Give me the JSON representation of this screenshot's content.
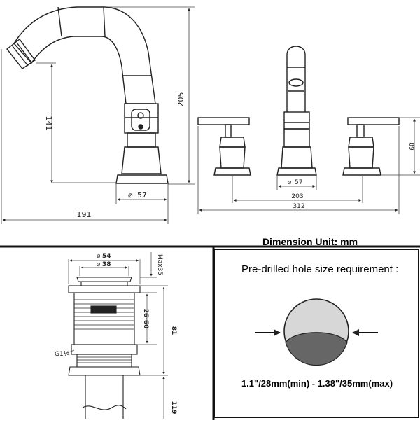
{
  "side_view": {
    "height_total": "205",
    "height_spout": "141",
    "base_diameter": "57",
    "reach": "191"
  },
  "front_view": {
    "valve_height": "89",
    "base_diameter": "57",
    "center_spacing": "203",
    "overall_width": "312"
  },
  "drain": {
    "top_diameter": "54",
    "inner_diameter": "38",
    "max_label": "Max35",
    "body_range": "26-60",
    "body_length": "81",
    "thread": "G1¼",
    "total_length": "119"
  },
  "units_label": "Dimension Unit: mm",
  "hole_panel": {
    "title": "Pre-drilled hole size requirement :",
    "size": "1.1\"/28mm(min) - 1.38\"/35mm(max)"
  }
}
